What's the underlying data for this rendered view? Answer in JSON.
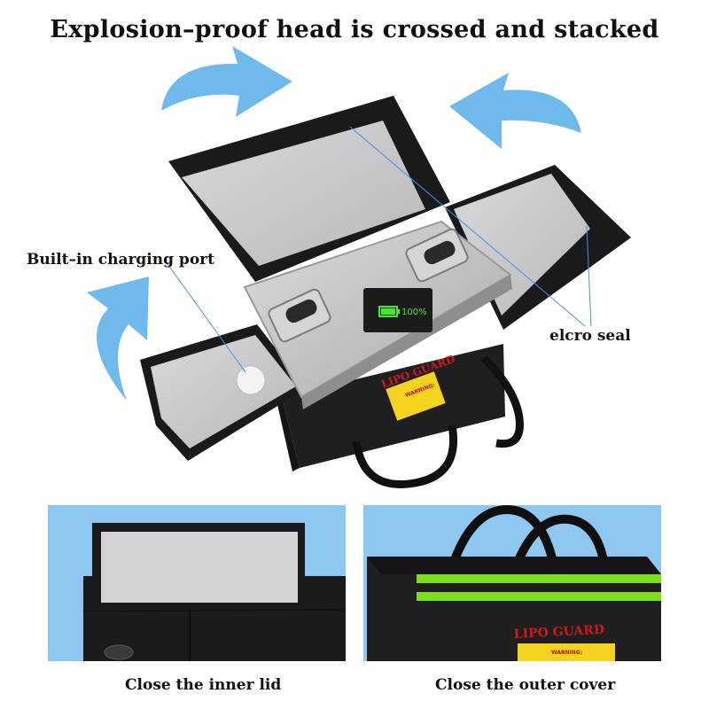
{
  "title": "Explosion–proof head is crossed and stacked",
  "labels": {
    "charging_port": "Built–in charging port",
    "seal": "elcro seal"
  },
  "battery": {
    "percent": "100%",
    "level": 1.0
  },
  "product": {
    "brand": "LIPO GUARD",
    "warning": "WARNING:"
  },
  "captions": {
    "inner": "Close the inner lid",
    "outer": "Close the outer cover"
  },
  "colors": {
    "arrow": "#6fb9ec",
    "panel_bg": "#8ec7ef",
    "bag": "#1f1f21",
    "silver": "#c9c9cb",
    "reflective": "#7ddc1f",
    "brand_red": "#d21818",
    "warning_yellow": "#f4d320"
  }
}
